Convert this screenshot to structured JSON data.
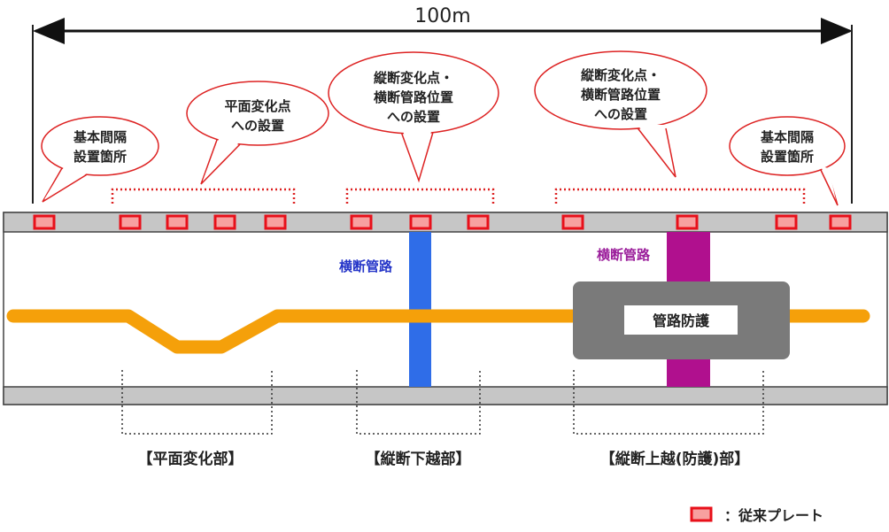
{
  "dimension": {
    "label": "100m"
  },
  "bubbles": [
    {
      "lines": [
        "基本間隔",
        "設置箇所"
      ]
    },
    {
      "lines": [
        "平面変化点",
        "への設置"
      ]
    },
    {
      "lines": [
        "縦断変化点・",
        "横断管路位置",
        "への設置"
      ]
    },
    {
      "lines": [
        "縦断変化点・",
        "横断管路位置",
        "への設置"
      ]
    },
    {
      "lines": [
        "基本間隔",
        "設置箇所"
      ]
    }
  ],
  "pipes": {
    "blue_label": "横断管路",
    "magenta_label": "横断管路",
    "protection_label": "管路防護"
  },
  "sections": [
    "【平面変化部】",
    "【縦断下越部】",
    "【縦断上越(防護)部】"
  ],
  "legend": {
    "label": "：従来プレート"
  },
  "colors": {
    "plate": "#e8101a",
    "plate_fill": "#f7a0a0",
    "pipeline": "#f5a00a",
    "blue_pipe": "#2f6de8",
    "magenta_pipe": "#b0108e",
    "band": "#c6c6c6",
    "protection": "#7a7a7a"
  }
}
